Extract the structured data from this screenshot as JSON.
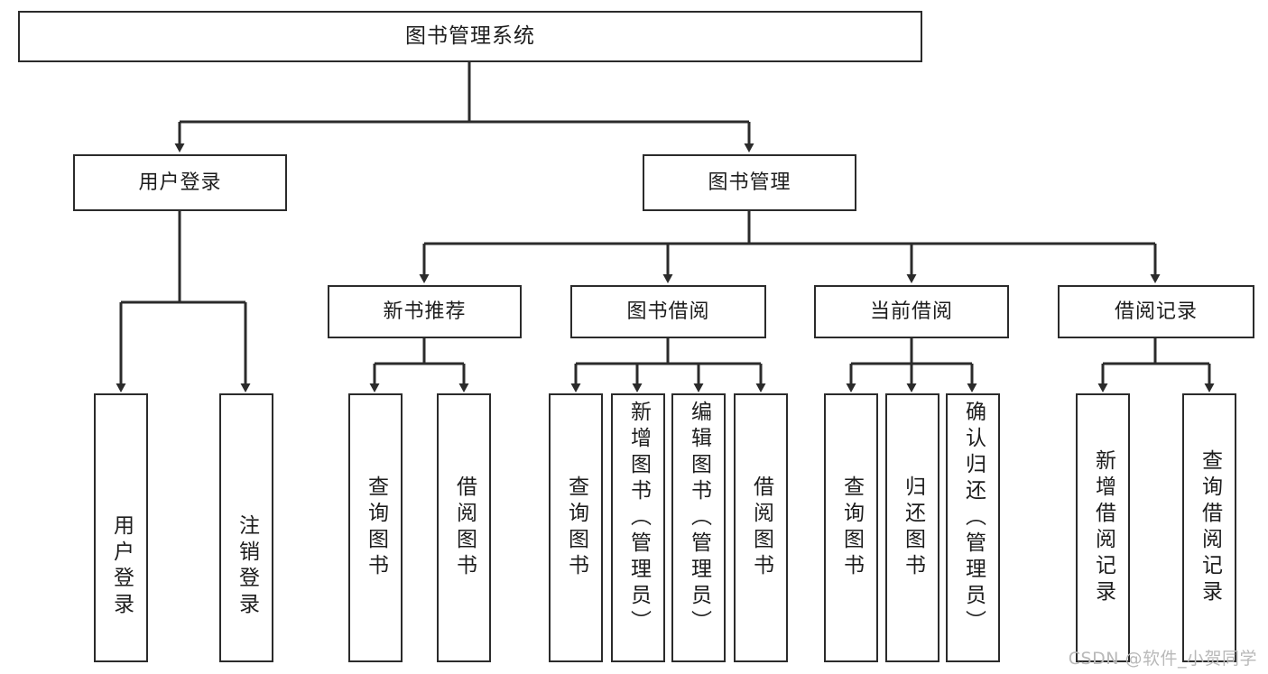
{
  "diagram": {
    "title": "图书管理系统",
    "type": "tree-hierarchy-flowchart",
    "watermark": "CSDN @软件_小贺同学",
    "colors": {
      "stroke": "#2b2b2b",
      "fill": "#ffffff",
      "text": "#1d1d1d",
      "watermark": "#b9b9b9"
    }
  },
  "nodes": {
    "root": {
      "label": "图书管理系统"
    },
    "level2": [
      {
        "id": "user-login",
        "label": "用户登录"
      },
      {
        "id": "book-manage",
        "label": "图书管理"
      }
    ],
    "level3": [
      {
        "id": "new-book-recommend",
        "label": "新书推荐"
      },
      {
        "id": "book-borrow",
        "label": "图书借阅"
      },
      {
        "id": "current-borrow",
        "label": "当前借阅"
      },
      {
        "id": "borrow-record",
        "label": "借阅记录"
      }
    ],
    "leaves": {
      "user_login": [
        {
          "id": "leaf-user-login",
          "label": "用户登录"
        },
        {
          "id": "leaf-logout-login",
          "label": "注销登录"
        }
      ],
      "new_book_recommend": [
        {
          "id": "leaf-query-book-1",
          "label": "查询图书"
        },
        {
          "id": "leaf-borrow-book-1",
          "label": "借阅图书"
        }
      ],
      "book_borrow": [
        {
          "id": "leaf-query-book-2",
          "label": "查询图书"
        },
        {
          "id": "leaf-add-book",
          "label": "新增图书（管理员）"
        },
        {
          "id": "leaf-edit-book",
          "label": "编辑图书（管理员）"
        },
        {
          "id": "leaf-borrow-book-2",
          "label": "借阅图书"
        }
      ],
      "current_borrow": [
        {
          "id": "leaf-query-book-3",
          "label": "查询图书"
        },
        {
          "id": "leaf-return-book",
          "label": "归还图书"
        },
        {
          "id": "leaf-confirm-return",
          "label": "确认归还（管理员）"
        }
      ],
      "borrow_record": [
        {
          "id": "leaf-add-record",
          "label": "新增借阅记录"
        },
        {
          "id": "leaf-query-record",
          "label": "查询借阅记录"
        }
      ]
    }
  },
  "edges": [
    {
      "from": "图书管理系统",
      "to": "用户登录"
    },
    {
      "from": "图书管理系统",
      "to": "图书管理"
    },
    {
      "from": "用户登录",
      "to": "用户登录"
    },
    {
      "from": "用户登录",
      "to": "注销登录"
    },
    {
      "from": "图书管理",
      "to": "新书推荐"
    },
    {
      "from": "图书管理",
      "to": "图书借阅"
    },
    {
      "from": "图书管理",
      "to": "当前借阅"
    },
    {
      "from": "图书管理",
      "to": "借阅记录"
    },
    {
      "from": "新书推荐",
      "to": "查询图书"
    },
    {
      "from": "新书推荐",
      "to": "借阅图书"
    },
    {
      "from": "图书借阅",
      "to": "查询图书"
    },
    {
      "from": "图书借阅",
      "to": "新增图书（管理员）"
    },
    {
      "from": "图书借阅",
      "to": "编辑图书（管理员）"
    },
    {
      "from": "图书借阅",
      "to": "借阅图书"
    },
    {
      "from": "当前借阅",
      "to": "查询图书"
    },
    {
      "from": "当前借阅",
      "to": "归还图书"
    },
    {
      "from": "当前借阅",
      "to": "确认归还（管理员）"
    },
    {
      "from": "借阅记录",
      "to": "新增借阅记录"
    },
    {
      "from": "借阅记录",
      "to": "查询借阅记录"
    }
  ]
}
